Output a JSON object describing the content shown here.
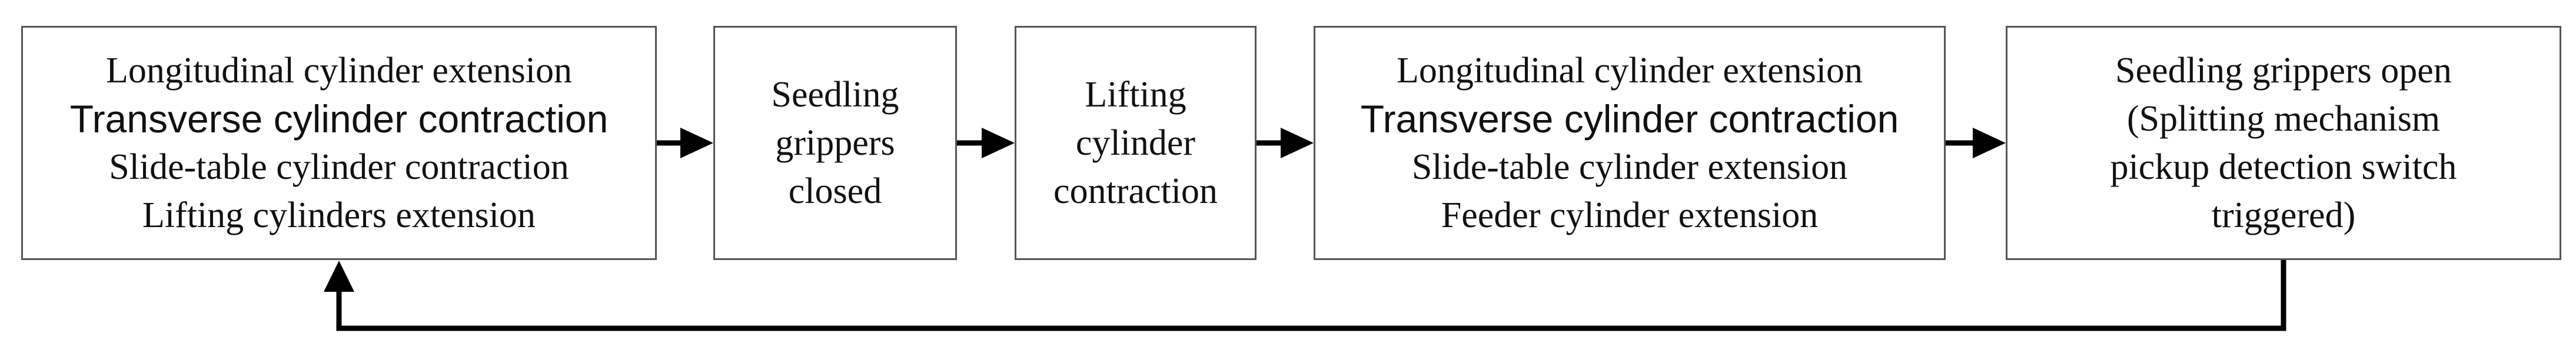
{
  "steps": [
    {
      "lines": [
        "Longitudinal cylinder extension",
        "Transverse cylinder contraction",
        "Slide-table cylinder contraction",
        "Lifting cylinders extension"
      ]
    },
    {
      "lines": [
        "Seedling",
        "grippers",
        "closed"
      ]
    },
    {
      "lines": [
        "Lifting",
        "cylinder",
        "contraction"
      ]
    },
    {
      "lines": [
        "Longitudinal cylinder extension",
        "Transverse cylinder contraction",
        "Slide-table cylinder extension",
        "Feeder cylinder extension"
      ]
    },
    {
      "lines": [
        "Seedling grippers open",
        "(Splitting mechanism",
        "pickup detection switch",
        "triggered)"
      ]
    }
  ],
  "colors": {
    "box_border": "#555555",
    "arrow": "#000000",
    "text": "#111111"
  }
}
